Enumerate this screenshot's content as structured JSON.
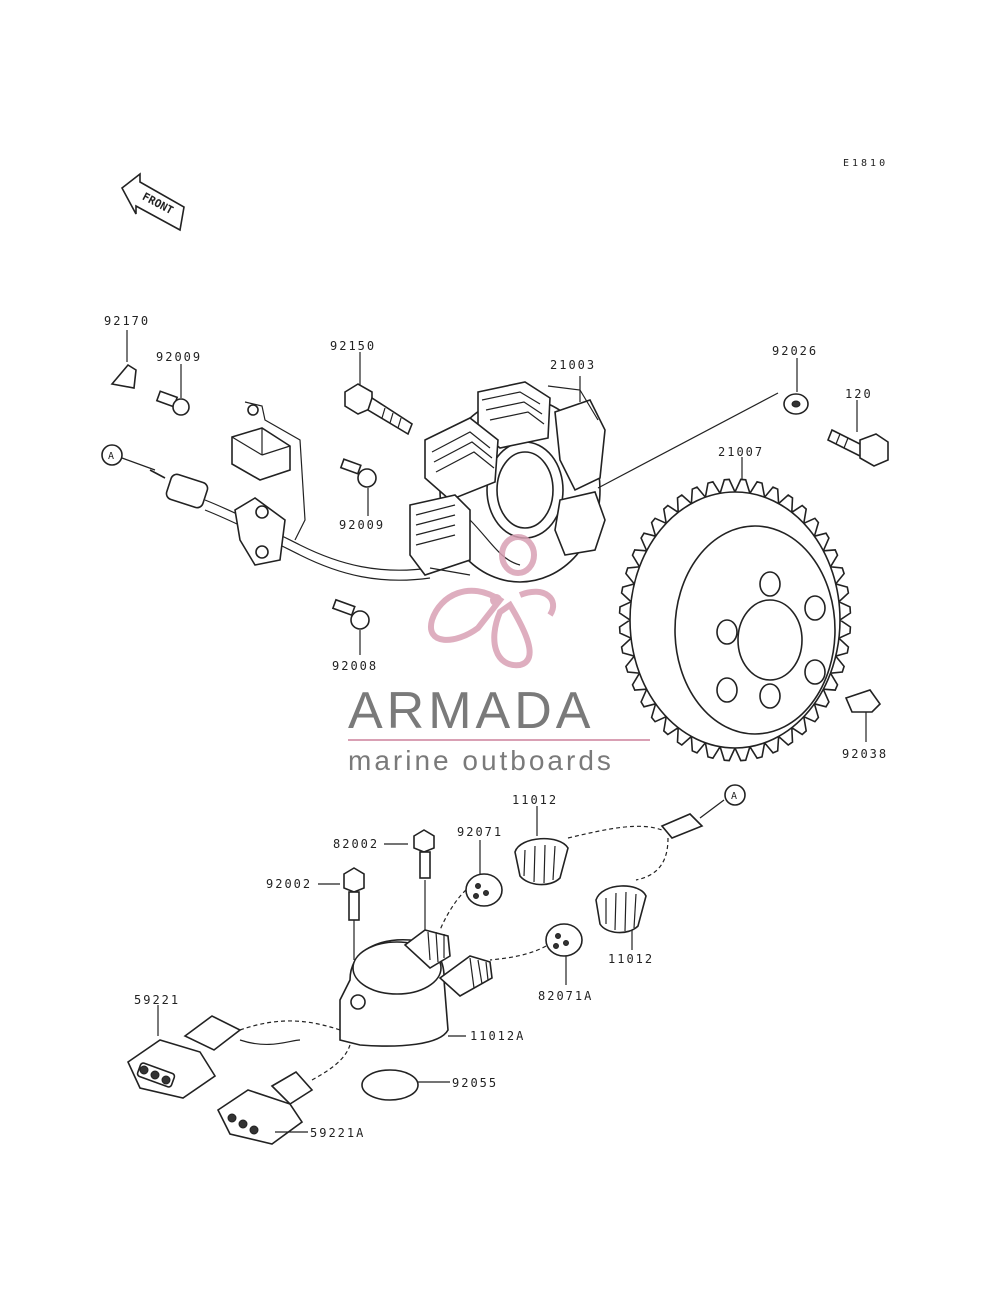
{
  "diagram": {
    "code": "E1810",
    "front_label": "FRONT",
    "ref_marker": "A",
    "parts": {
      "p92170": "92170",
      "p92009a": "92009",
      "p92150": "92150",
      "p21003": "21003",
      "p92026": "92026",
      "p120": "120",
      "p92009b": "92009",
      "p21007": "21007",
      "p92008": "92008",
      "p92038": "92038",
      "p11012a": "11012",
      "p92071": "92071",
      "p82002": "82002",
      "p92002": "92002",
      "p11012b": "11012",
      "p82071A": "82071A",
      "p59221": "59221",
      "p11012A": "11012A",
      "p92055": "92055",
      "p59221A": "59221A"
    }
  },
  "watermark": {
    "title": "ARMADA",
    "subtitle": "marine outboards",
    "accent_color": "#d9a0b4",
    "text_color": "#7a7a7a"
  }
}
